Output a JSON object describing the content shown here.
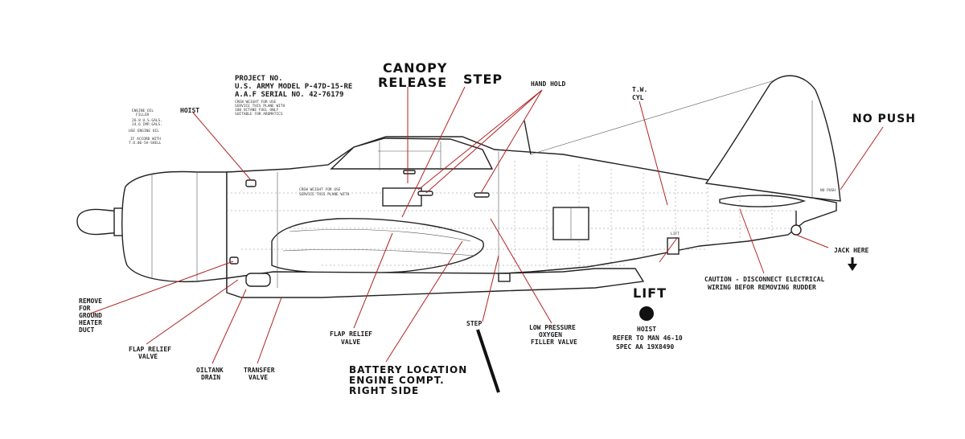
{
  "labels": {
    "canopy_release_1": "CANOPY",
    "canopy_release_2": "RELEASE",
    "step_top": "STEP",
    "hand_hold": "HAND HOLD",
    "tw_cyl_1": "T.W.",
    "tw_cyl_2": "CYL",
    "no_push": "NO PUSH",
    "hoist_top": "HOIST",
    "project_1": "PROJECT NO.",
    "project_2": "U.S. ARMY MODEL P-47D-15-RE",
    "project_3": "A.A.F SERIAL NO. 42-76179",
    "project_fine_1": "CREW WEIGHT FOR USE",
    "project_fine_2": "SERVICE THIS PLANE WITH",
    "project_fine_3": "100 OCTANE FUEL ONLY",
    "project_fine_4": "SUITABLE FOR AROMATICS",
    "engine_fine_1": "ENGINE OIL",
    "engine_fine_2": "FILLER",
    "engine_fine_3": "26.8 U.S.GALS.",
    "engine_fine_4": "24.6 IMP.GALS.",
    "engine_fine_5": "USE ENGINE OIL",
    "engine_fine_6": "IF ACCORD WITH",
    "engine_fine_7": "T.O.06-5A-SHELL",
    "remove_1": "REMOVE",
    "remove_2": "FOR",
    "remove_3": "GROUND",
    "remove_4": "HEATER",
    "remove_5": "DUCT",
    "flap_relief_left_1": "FLAP RELIEF",
    "flap_relief_left_2": "VALVE",
    "oiltank_1": "OILTANK",
    "oiltank_2": "DRAIN",
    "transfer_1": "TRANSFER",
    "transfer_2": "VALVE",
    "flap_relief_mid_1": "FLAP RELIEF",
    "flap_relief_mid_2": "VALVE",
    "battery_1": "BATTERY LOCATION",
    "battery_2": "ENGINE COMPT.",
    "battery_3": "RIGHT SIDE",
    "step_bottom": "STEP",
    "oxygen_1": "LOW PRESSURE",
    "oxygen_2": "OXYGEN",
    "oxygen_3": "FILLER VALVE",
    "lift": "LIFT",
    "hoist_bottom_1": "HOIST",
    "hoist_bottom_2": "REFER TO MAN 46-10",
    "hoist_bottom_3": "SPEC AA 19X8490",
    "caution_1": "CAUTION - DISCONNECT ELECTRICAL",
    "caution_2": "WIRING BEFOR REMOVING RUDDER",
    "jack_here": "JACK HERE",
    "fuselage_no_push": "NO PUSH",
    "fuselage_lift": "LIFT"
  },
  "colors": {
    "leader": "#b22222",
    "outline": "#222222",
    "text": "#1a1a1a",
    "background": "#ffffff"
  },
  "icons": {
    "jack_arrow": "down-arrow-icon",
    "lift_point": "filled-circle-icon"
  }
}
